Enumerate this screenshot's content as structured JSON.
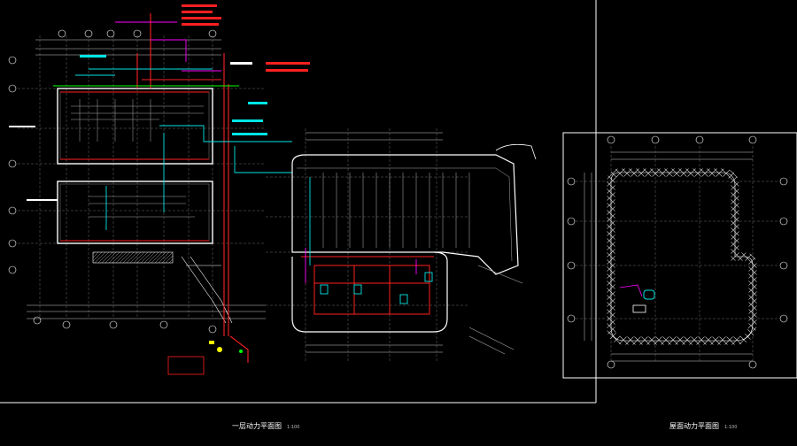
{
  "drawing": {
    "background": "#000000",
    "line_color": "#ffffff",
    "accent_colors": {
      "red": "#ff2020",
      "cyan": "#00e5e5",
      "magenta": "#ff00ff",
      "green": "#00ff00",
      "yellow": "#ffff00"
    }
  },
  "left_plan": {
    "caption": "一层动力平面图",
    "scale": "1:100"
  },
  "right_plan": {
    "caption": "屋面动力平面图",
    "scale": "1:100"
  }
}
